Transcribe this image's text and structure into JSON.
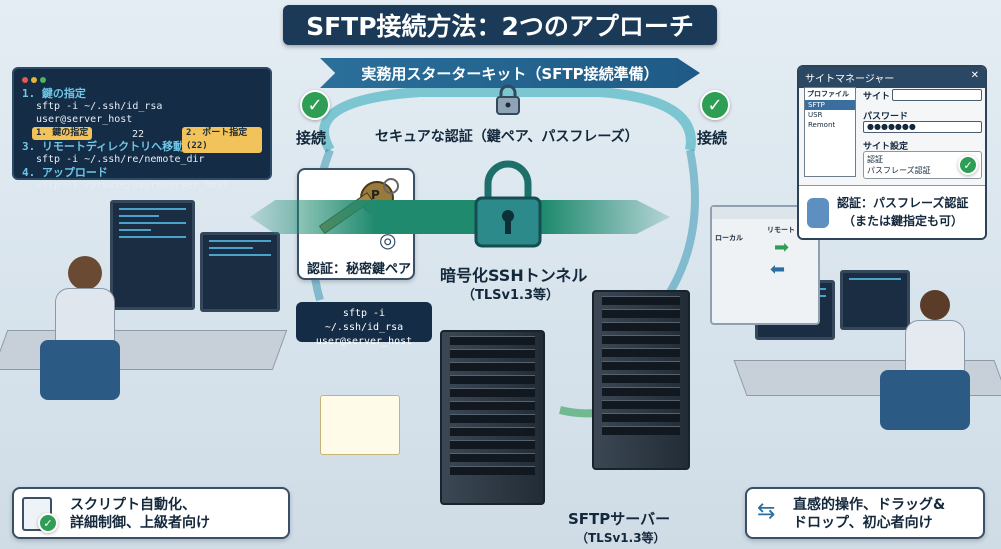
{
  "title": "SFTP接続方法：2つのアプローチ",
  "banner": "実務用スターターキット（SFTP接続準備）",
  "secure_auth": "セキュアな認証（鍵ペア、パスフレーズ）",
  "connect_left": "接続",
  "connect_right": "接続",
  "terminal": {
    "step1": "1. 鍵の指定",
    "cmd1": "sftp -i ~/.ssh/id_rsa user@server_host",
    "tag1": "1. 鍵の指定",
    "port_value": "22",
    "tag2": "2. ポート指定 (22)",
    "step3": "3. リモートディレクトリへ移動",
    "cmd3": "sftp -i ~/.ssh/re/nemote_dir",
    "step4": "4. アップロード",
    "cmd4": "sftp -i /prvate/user@server_host"
  },
  "key_callout": {
    "key_letter": "P",
    "label": "認証：秘密鍵ペア"
  },
  "cmd_callout": {
    "line1": "sftp -i ~/.ssh/id_rsa",
    "line2": "user@server_host"
  },
  "tunnel": {
    "label": "暗号化SSHトンネル",
    "sub": "（TLSv1.3等）"
  },
  "server": {
    "label": "SFTPサーバー",
    "sub": "（TLSv1.3等）"
  },
  "site_manager": {
    "title": "サイトマネージャー",
    "close": "✕",
    "profile_header": "プロファイル",
    "profiles": [
      "SFTP",
      "USR",
      "Remont"
    ],
    "site_label": "サイト",
    "site_value": "",
    "password_label": "パスワード",
    "password_value": "●●●●●●●",
    "settings_label": "サイト設定",
    "auth_label": "認証",
    "auth_value": "パスフレーズ認証",
    "note_line1": "認証：パスフレーズ認証",
    "note_line2": "（または鍵指定も可）"
  },
  "file_client": {
    "local": "ローカル",
    "remote": "リモート"
  },
  "bottom_left": {
    "line1": "スクリプト自動化、",
    "line2": "詳細制御、上級者向け"
  },
  "bottom_right": {
    "line1": "直感的操作、ドラッグ&",
    "line2": "ドロップ、初心者向け"
  },
  "colors": {
    "navy": "#1b3a57",
    "green": "#2e9e55",
    "teal": "#1f8a6e",
    "tag": "#f2c35a"
  }
}
